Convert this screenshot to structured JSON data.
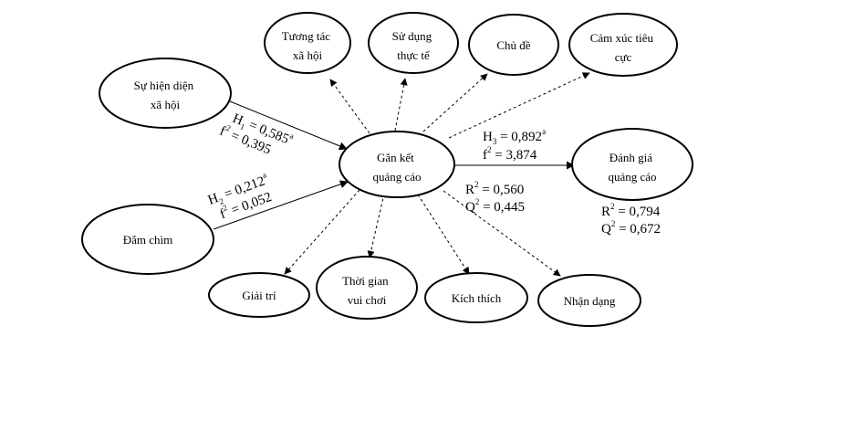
{
  "nodes": {
    "tuong_tac": [
      "Tương tác",
      "xã hội"
    ],
    "su_dung": [
      "Sử dụng",
      "thực tế"
    ],
    "chu_de": [
      "Chủ đề"
    ],
    "cam_xuc": [
      "Cảm xúc tiêu",
      "cực"
    ],
    "su_hien_dien": [
      "Sự hiện diện",
      "xã hội"
    ],
    "gan_ket": [
      "Gắn kết",
      "quảng cáo"
    ],
    "danh_gia": [
      "Đánh giá",
      "quảng cáo"
    ],
    "dam_chim": [
      "Đắm chìm"
    ],
    "giai_tri": [
      "Giải trí"
    ],
    "thoi_gian": [
      "Thời gian",
      "vui chơi"
    ],
    "kich_thich": [
      "Kích thích"
    ],
    "nhan_dang": [
      "Nhận dạng"
    ]
  },
  "paths": {
    "h1": {
      "h": "H",
      "sub": "1",
      "value": " = 0,585",
      "sup": "a",
      "f_label": "f",
      "f_sup": "2",
      "f_value": " = 0,395"
    },
    "h2": {
      "h": "H",
      "sub": "2",
      "value": " = 0,212",
      "sup": "a",
      "f_label": "f",
      "f_sup": "2",
      "f_value": " = 0,052"
    },
    "h3": {
      "h": "H",
      "sub": "3",
      "value": " = 0,892",
      "sup": "a",
      "f_label": "f",
      "f_sup": "2",
      "f_value": " = 3,874"
    }
  },
  "fit": {
    "engagement": {
      "r_label": "R",
      "r_sup": "2",
      "r_value": " = 0,560",
      "q_label": "Q",
      "q_sup": "2",
      "q_value": " = 0,445"
    },
    "evaluation": {
      "r_label": "R",
      "r_sup": "2",
      "r_value": " = 0,794",
      "q_label": "Q",
      "q_sup": "2",
      "q_value": " = 0,672"
    }
  }
}
